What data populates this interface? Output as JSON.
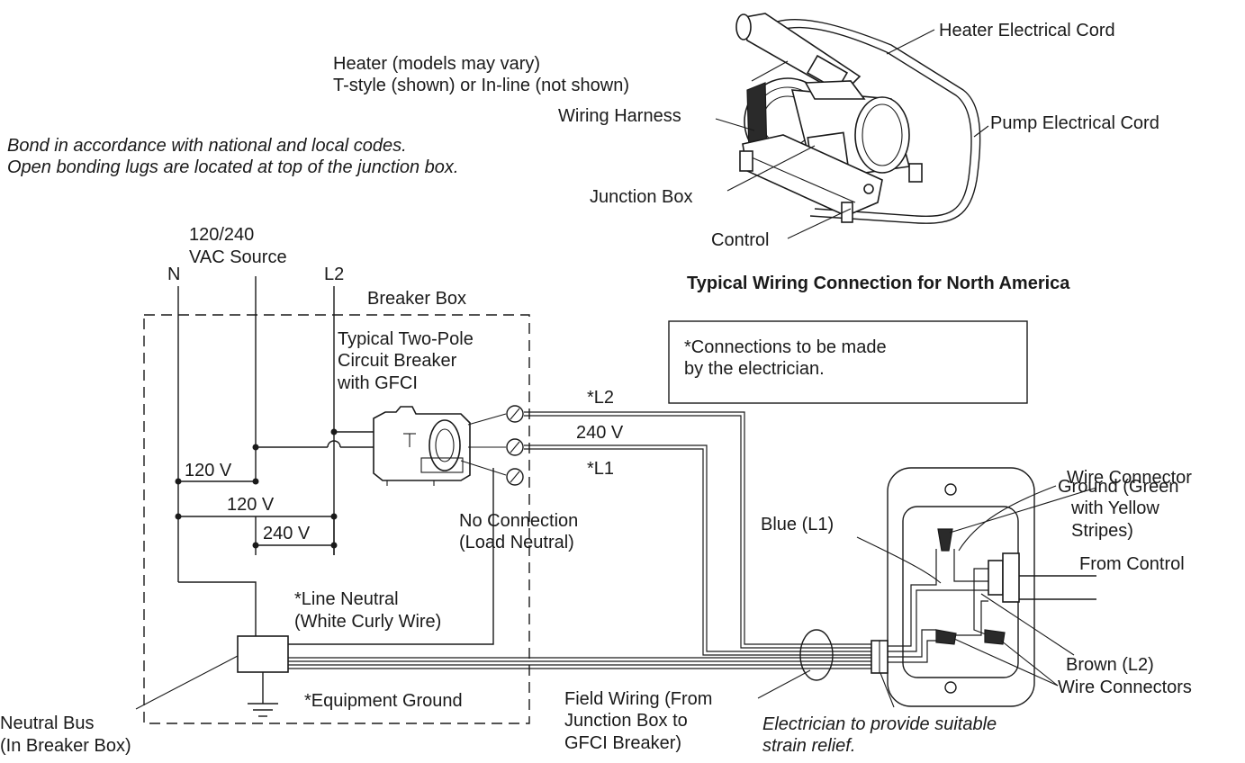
{
  "title": "Typical Wiring Connection for North America",
  "note_bonding": [
    "Bond in accordance with national and local codes.",
    "Open bonding lugs are located at top of the junction box."
  ],
  "note_electrician": [
    "*Connections to be made",
    "by the electrician."
  ],
  "equipment_labels": {
    "heater": [
      "Heater (models may vary)",
      "T-style (shown) or In-line (not shown)"
    ],
    "heater_cord": "Heater Electrical Cord",
    "wiring_harness": "Wiring Harness",
    "pump_cord": "Pump Electrical Cord",
    "junction_box": "Junction Box",
    "control": "Control"
  },
  "source": {
    "voltage": [
      "120/240",
      "VAC Source"
    ],
    "n": "N",
    "l2": "L2"
  },
  "breaker_box": {
    "label": "Breaker Box",
    "breaker": [
      "Typical Two-Pole",
      "Circuit Breaker",
      "with GFCI"
    ],
    "v120_a": "120 V",
    "v120_b": "120 V",
    "v240": "240 V",
    "no_connection": [
      "No Connection",
      "(Load Neutral)"
    ],
    "line_neutral": [
      "*Line Neutral",
      "(White Curly Wire)"
    ],
    "equipment_ground": "*Equipment Ground",
    "neutral_bus": [
      "Neutral Bus",
      "(In Breaker Box)"
    ]
  },
  "field_wiring": {
    "l2": "*L2",
    "v240": "240 V",
    "l1": "*L1",
    "label": [
      "Field Wiring (From",
      "Junction Box to",
      "GFCI Breaker)"
    ]
  },
  "junction_box_detail": {
    "wire_connector": "Wire Connector",
    "ground": [
      "Ground (Green",
      "with Yellow",
      "Stripes)"
    ],
    "blue": "Blue (L1)",
    "from_control": "From Control",
    "brown": "Brown (L2)",
    "wire_connectors": "Wire Connectors",
    "strain_relief": [
      "Electrician to provide suitable",
      "strain relief."
    ]
  }
}
